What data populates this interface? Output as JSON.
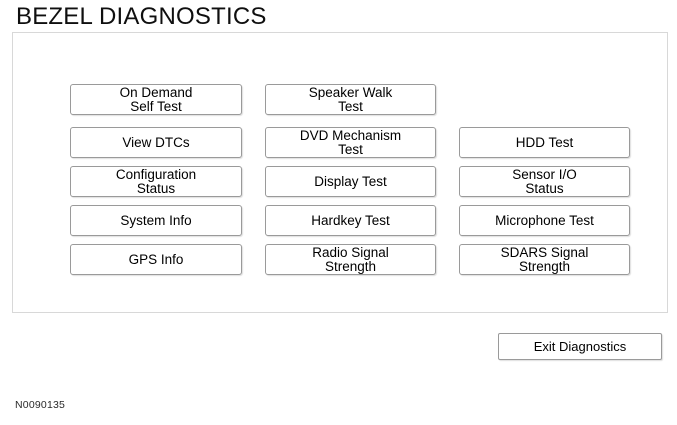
{
  "screen": {
    "title": "BEZEL DIAGNOSTICS",
    "background_color": "#ffffff",
    "panel_border_color": "#d8d8d8",
    "button_border_color": "#9a9a9a",
    "text_color": "#000000"
  },
  "buttons": {
    "column1": [
      {
        "label": "On Demand\nSelf Test",
        "name": "on-demand-self-test"
      },
      {
        "label": "View DTCs",
        "name": "view-dtcs"
      },
      {
        "label": "Configuration\nStatus",
        "name": "configuration-status"
      },
      {
        "label": "System Info",
        "name": "system-info"
      },
      {
        "label": "GPS Info",
        "name": "gps-info"
      }
    ],
    "column2": [
      {
        "label": "Speaker Walk\nTest",
        "name": "speaker-walk-test"
      },
      {
        "label": "DVD Mechanism\nTest",
        "name": "dvd-mechanism-test"
      },
      {
        "label": "Display Test",
        "name": "display-test"
      },
      {
        "label": "Hardkey Test",
        "name": "hardkey-test"
      },
      {
        "label": "Radio Signal\nStrength",
        "name": "radio-signal-strength"
      }
    ],
    "column3": [
      {
        "label": "HDD Test",
        "name": "hdd-test"
      },
      {
        "label": "Sensor I/O\nStatus",
        "name": "sensor-io-status"
      },
      {
        "label": "Microphone Test",
        "name": "microphone-test"
      },
      {
        "label": "SDARS Signal\nStrength",
        "name": "sdars-signal-strength"
      }
    ]
  },
  "exit": {
    "label": "Exit Diagnostics"
  },
  "footer": {
    "code": "N0090135"
  }
}
